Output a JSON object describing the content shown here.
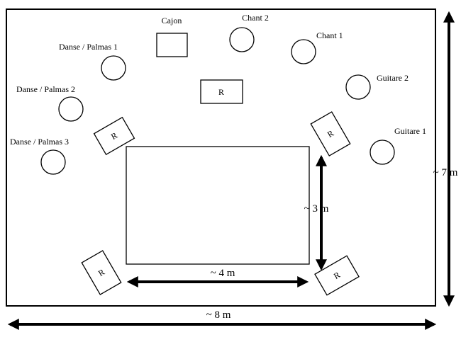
{
  "stage": {
    "performers": [
      {
        "id": "cajon",
        "label": "Cajon"
      },
      {
        "id": "chant-2",
        "label": "Chant 2"
      },
      {
        "id": "chant-1",
        "label": "Chant 1"
      },
      {
        "id": "guitare-2",
        "label": "Guitare 2"
      },
      {
        "id": "guitare-1",
        "label": "Guitare 1"
      },
      {
        "id": "danse-palmas-1",
        "label": "Danse / Palmas 1"
      },
      {
        "id": "danse-palmas-2",
        "label": "Danse / Palmas 2"
      },
      {
        "id": "danse-palmas-3",
        "label": "Danse / Palmas 3"
      }
    ],
    "monitor_label": "R",
    "dimensions": {
      "stage_width": "~ 8 m",
      "stage_depth": "~ 7 m",
      "dance_width": "~ 4 m",
      "dance_depth": "~ 3 m"
    }
  }
}
